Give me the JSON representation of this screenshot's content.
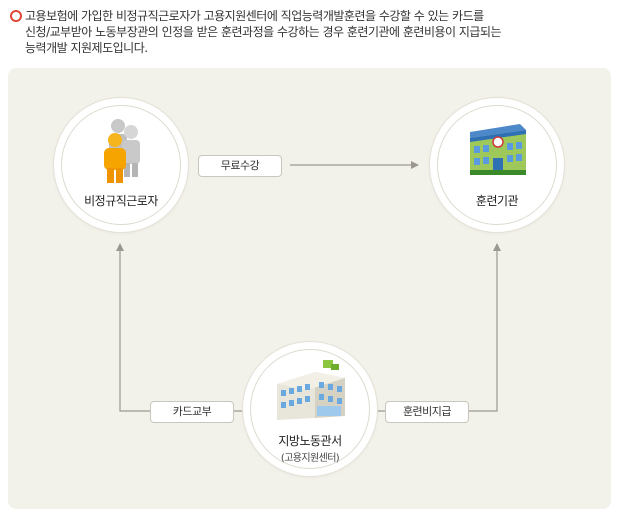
{
  "intro": {
    "line1": "고용보험에 가입한 비정규직근로자가 고용지원센터에 직업능력개발훈련을 수강할 수 있는 카드를",
    "line2": "신청/교부받아 노동부장관의 인정을 받은 훈련과정을 수강하는 경우 훈련기관에 훈련비용이 지급되는",
    "line3": "능력개발 지원제도입니다."
  },
  "nodes": {
    "worker": {
      "label": "비정규직근로자",
      "icon": "people-icon"
    },
    "institution": {
      "label": "훈련기관",
      "icon": "school-building-icon"
    },
    "office": {
      "label": "지방노동관서",
      "sublabel": "(고용지원센터)",
      "icon": "office-building-icon"
    }
  },
  "edges": {
    "free_course": "무료수강",
    "card_issue": "카드교부",
    "cost_payment": "훈련비지급"
  },
  "colors": {
    "bullet": "#e2473c",
    "panel": "#f3f2ea",
    "connector": "#9a9890"
  }
}
